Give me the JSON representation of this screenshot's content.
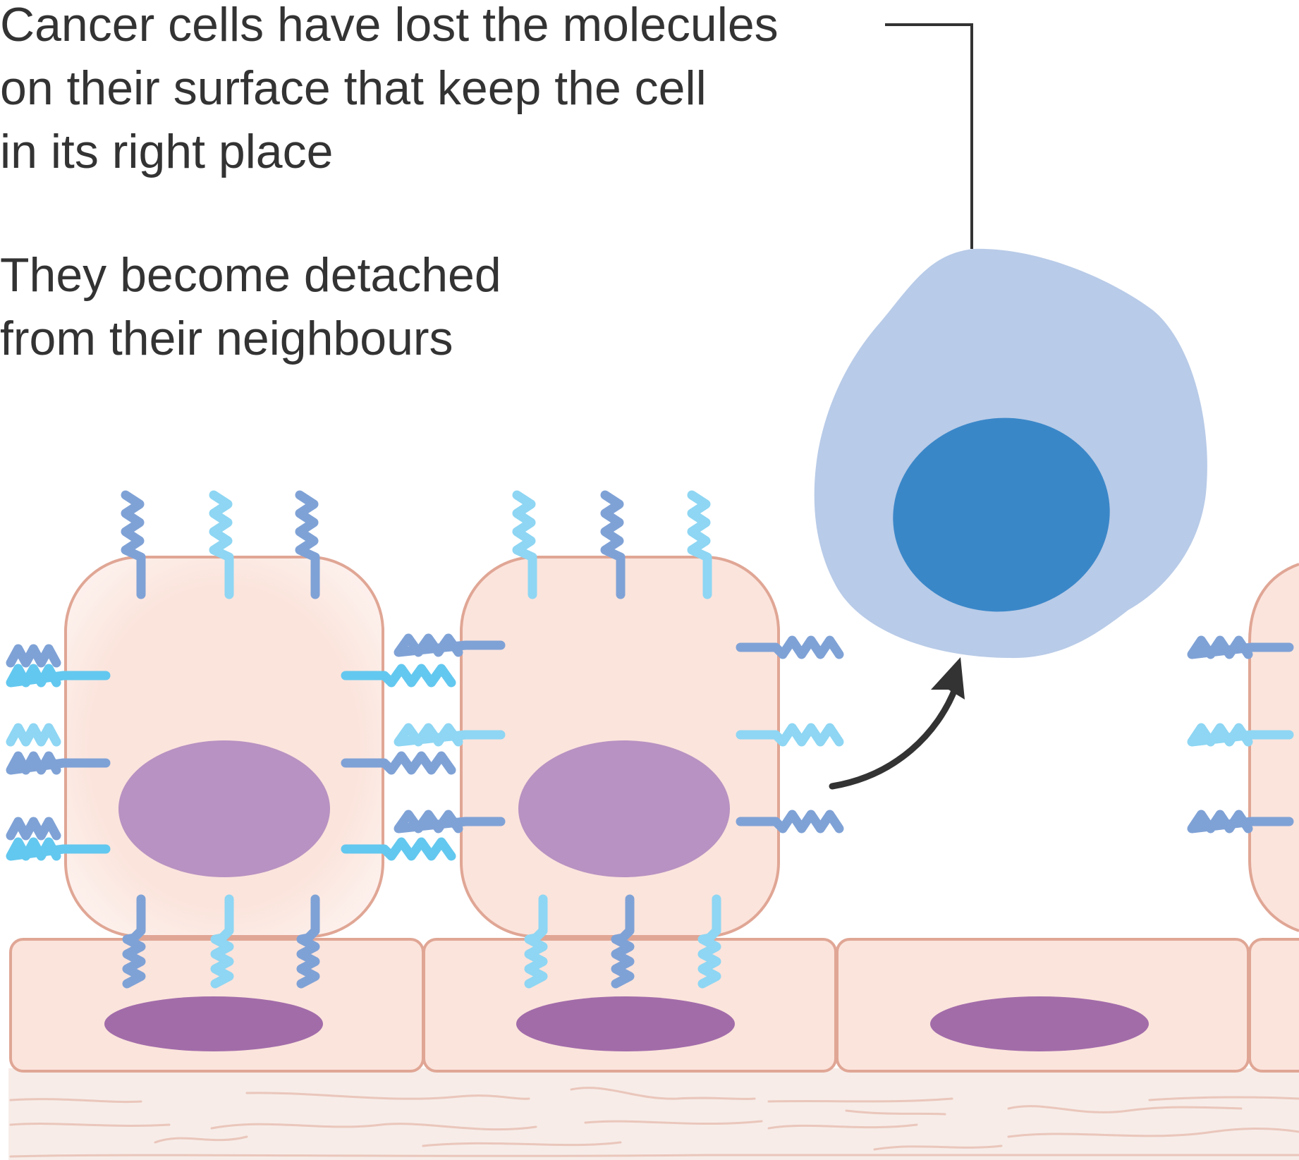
{
  "captions": {
    "top": {
      "line1": "Cancer cells have lost the molecules",
      "line2": "on their surface that keep the cell",
      "line3": "in its right place"
    },
    "bottom": {
      "line1": "They become detached",
      "line2": "from their neighbours"
    }
  },
  "colors": {
    "text": "#333333",
    "cell_fill": "#fbe4dc",
    "cell_stroke": "#e0a695",
    "nucleus_upper": "#b892c2",
    "nucleus_basal": "#a26ca9",
    "cancer_cell": "#b8cbe8",
    "cancer_nucleus": "#3a87c8",
    "molecule_dark": "#7fa2d6",
    "molecule_light": "#8ed6f3",
    "molecule_mid": "#63c8ef",
    "arrow": "#333333",
    "tissue": "#f7ece8",
    "fibre": "#eac6bb"
  },
  "icons": [
    "adhesion-molecule-icon",
    "curved-arrow-icon",
    "leader-line"
  ]
}
